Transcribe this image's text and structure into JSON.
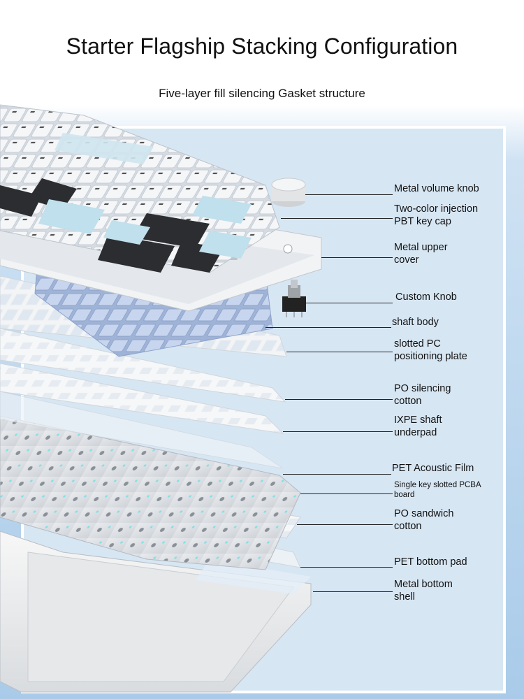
{
  "header": {
    "title": "Starter Flagship Stacking Configuration",
    "subtitle": "Five-layer fill silencing Gasket structure"
  },
  "colors": {
    "frame_bg": "#d7e6f3",
    "background_blue": "#a9cbe9",
    "keycap_white": "#f4f6f8",
    "keycap_light_blue": "#bfe0ec",
    "keycap_black": "#2b2d30",
    "switch_blue": "#b9c9ea",
    "leader_line": "#222222"
  },
  "icons": [
    "volume-knob-icon",
    "rotary-encoder-icon"
  ],
  "layers": [
    {
      "name": "Metal volume knob"
    },
    {
      "name": "Two-color injection\nPBT key cap"
    },
    {
      "name": "Metal upper\ncover"
    },
    {
      "name": "Custom Knob"
    },
    {
      "name": "shaft body"
    },
    {
      "name": "slotted PC\npositioning plate"
    },
    {
      "name": "PO silencing\ncotton"
    },
    {
      "name": "IXPE shaft\nunderpad"
    },
    {
      "name": "PET Acoustic Film"
    },
    {
      "name": "Single key slotted PCBA\nboard"
    },
    {
      "name": "PO sandwich\ncotton"
    },
    {
      "name": "PET bottom pad"
    },
    {
      "name": "Metal bottom\nshell"
    }
  ]
}
